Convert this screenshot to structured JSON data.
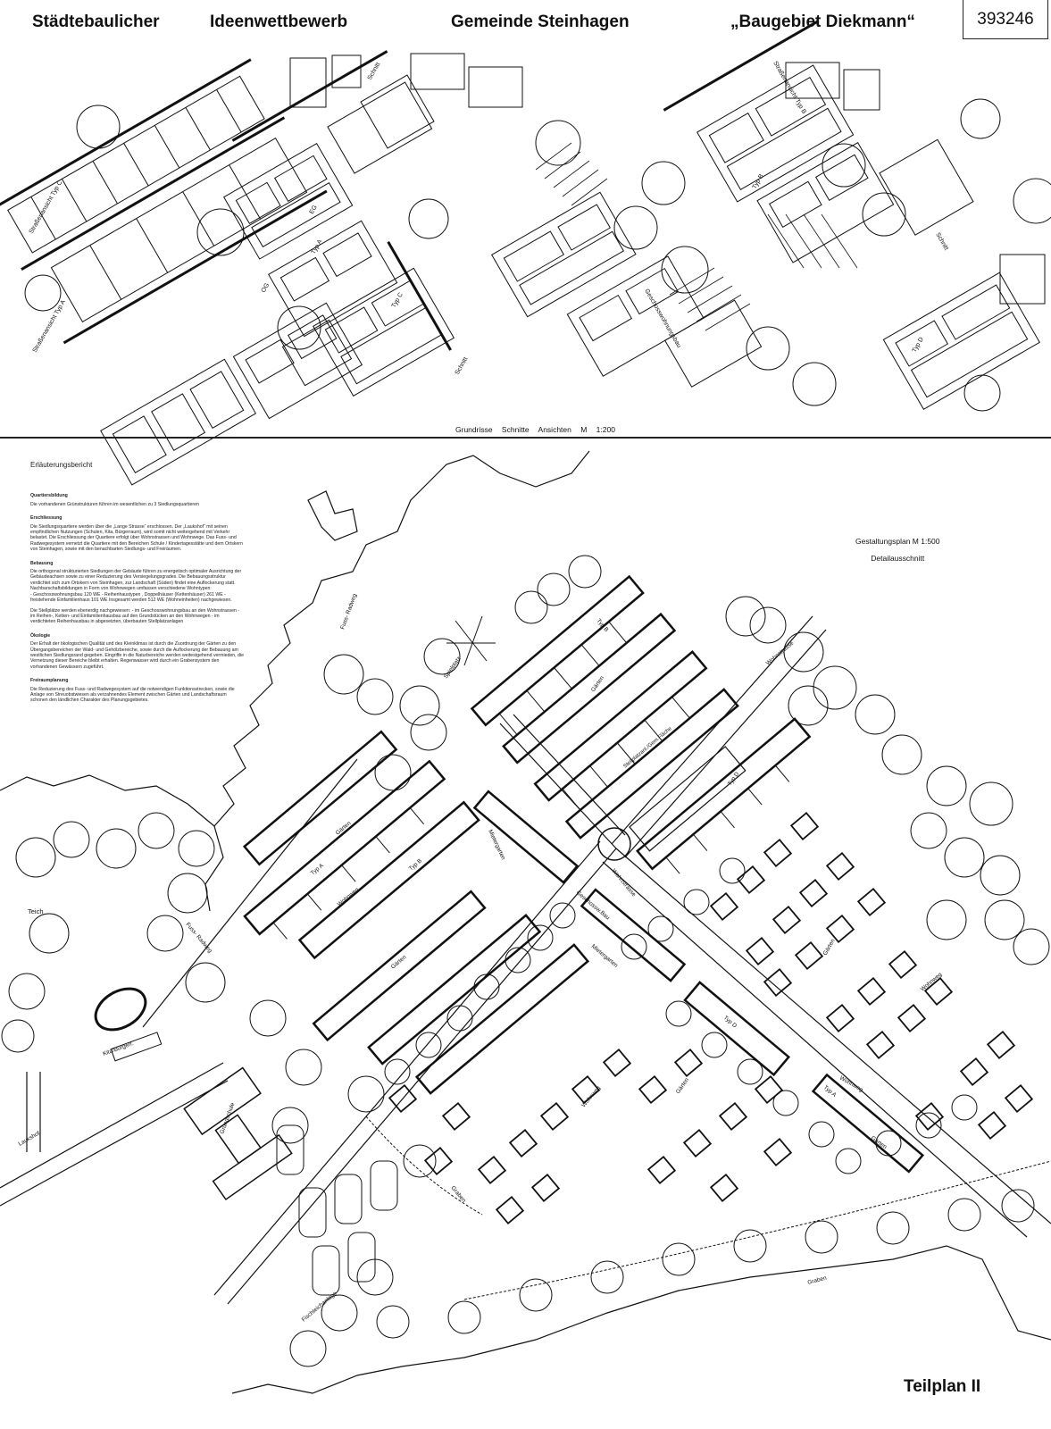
{
  "header": {
    "title_1": "Städtebaulicher",
    "title_2": "Ideenwettbewerb",
    "title_3": "Gemeinde Steinhagen",
    "title_4": "„Baugebiet Diekmann“",
    "id_number": "393246"
  },
  "top_panel": {
    "scale_caption": "Grundrisse  Schnitte  Ansichten  M 1:200",
    "labels": {
      "typ_a": "Typ A",
      "typ_b": "Typ B",
      "typ_c": "Typ C",
      "typ_d": "Typ D",
      "og": "OG",
      "eg": "EG",
      "schnitt": "Schnitt",
      "strassenansicht_c": "Straßenansicht  Typ C",
      "strassenansicht_a": "Straßenansicht  Typ A",
      "strassenansicht_b": "Straßenansicht  Typ B",
      "geschosswohnungsbau": "Geschosswohnungsbau"
    }
  },
  "report": {
    "title": "Erläuterungsbericht",
    "sections": [
      {
        "heading": "Quartiersbildung",
        "text": "Die vorhandenen Grünstrukturen führen im wesentlichen zu 3 Siedlungsquartieren"
      },
      {
        "heading": "Erschliessung",
        "text": "Die Siedlungsquartiere werden über die „Lange Strasse“ erschlossen. Der „Laukshof“ mit seinen empfindlichen Nutzungen (Schulen, Kita, Bürgerraum), wird somit nicht weitergehend mit Verkehr belastet. Die Erschliessung der Quartiere erfolgt über Wohnstrassen und Wohnwege. Das Fuss- und Radwegesystem vernetzt die Quartiere mit den Bereichen Schule / Kindertagesstätte und dem Ortskern von Steinhagen, sowie mit den benachbarten Siedlungs- und Freiräumen."
      },
      {
        "heading": "Bebauung",
        "text": "Die orthogonal strukturierten Siedlungen der Gebäude führen zu energetisch optimaler Ausrichtung der Gebäudeachsen sowie zu einer Reduzierung des Versiegelungsgrades. Die Bebauungsstruktur verdichtet sich zum Ortskern von Steinhagen, zur Landschaft (Süden) findet eine Auflockerung statt. Nachbarschaftsbildungen in Form von Wohnwegen umfassen verschiedene Wohntypen:"
      },
      {
        "heading": "",
        "text": "- Geschosswohnungsbau 120 WE  - Reihenhaustypen , Doppelhäuser (Kettenhäuser) 261 WE  - freistehende Einfamilienhaus 101 WE  Insgesamt werden 512 WE (Wohneinheiten) nachgewiesen."
      },
      {
        "heading": "",
        "text": "Die Stellplätze werden ebenerdig nachgewiesen: - im Geschosswohnungsbau an den Wohnstrassen - im Reihen-, Ketten- und Einfamilienhausbau auf den Grundstücken an den Wohnwegen - im verdichteten Reihenhausbau in abgesetzten, überbauten Stellplatzanlagen"
      },
      {
        "heading": "Ökologie",
        "text": "Der Erhalt der ökologischen Qualität und des Kleinklimas ist durch die Zuordnung der Gärten zu den Übergangsbereichen der Wald- und Gehölzbereiche, sowie durch die Auflockerung der Bebauung am westlichen Siedlungsrand gegeben. Eingriffe in die Naturbereiche werden weitestgehend vermieden, die Vernetzung dieser Bereiche bleibt erhalten. Regenwasser wird durch ein Grabensystem den vorhandenen Gewässern zugeführt."
      },
      {
        "heading": "Freiraumplanung",
        "text": "Die Reduzierung des Fuss- und Radwegesystem auf die notwendigen Funktionsstrecken, sowie die Anlage von Streuobstwiesen als verzahnendes Element zwischen Gärten und Landschaftsraum schonen den ländlichen Charakter des Planungsgebietes."
      }
    ]
  },
  "plan": {
    "scale_line_1": "Gestaltungsplan M 1:500",
    "scale_line_2": "Detailausschnitt",
    "labels": {
      "teich": "Teich",
      "kita": "Kita/Bürgerr.",
      "grundschule": "Grundschule",
      "laukshof": "Laukshof",
      "fuss_radweg": "Fuss- Radweg",
      "fuss_radweg_2": "Fuss- Radweg",
      "spielplatz": "Spielplatz",
      "stellplatz": "Stellplatzanl./Gem.Fläche",
      "wohnstrasse_1": "Wohnstrasse",
      "wohnstrasse_2": "Wohnstrasse",
      "wohnweg_1": "Wohnweg",
      "wohnweg_2": "Wohnweg",
      "wohnweg_3": "Wohnweg",
      "wohnweg_4": "Wohnweg",
      "gaerten_1": "Gärten",
      "gaerten_2": "Gärten",
      "gaerten_3": "Gärten",
      "gaerten_4": "Gärten",
      "gaerten_5": "Gärten",
      "gaerten_6": "Gärten",
      "mietergaerten_1": "Mietergarten",
      "mietergaerten_2": "Mietergarten",
      "geschossbau": "Geschossw.Bau",
      "typ_a_1": "Typ A",
      "typ_a_2": "Typ A",
      "typ_b_1": "Typ B",
      "typ_b_2": "Typ B",
      "typ_d_1": "Typ D",
      "typ_d_2": "Typ D",
      "graben_1": "Graben",
      "graben_2": "Graben",
      "fischteichanlage": "Fischteichanlage"
    },
    "footer": "Teilplan II"
  }
}
